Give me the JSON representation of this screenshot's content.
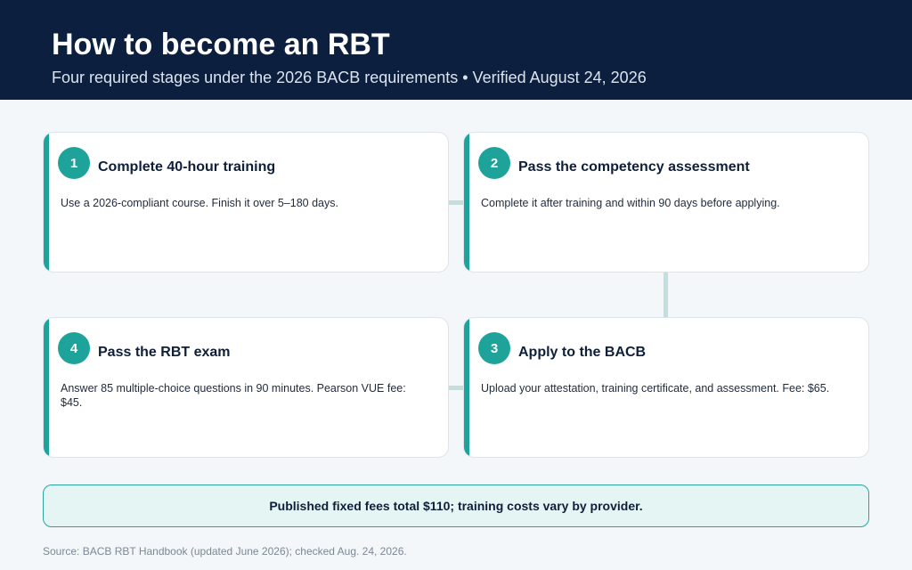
{
  "header": {
    "title": "How to become an RBT",
    "subtitle": "Four required stages under the 2026 BACB requirements • Verified August 24, 2026"
  },
  "steps": [
    {
      "number": "1",
      "title": "Complete 40-hour training",
      "description": "Use a 2026-compliant course. Finish it over 5–180 days."
    },
    {
      "number": "2",
      "title": "Pass the competency assessment",
      "description": "Complete it after training and within 90 days before applying."
    },
    {
      "number": "3",
      "title": "Apply to the BACB",
      "description": "Upload your attestation, training certificate, and assessment. Fee: $65."
    },
    {
      "number": "4",
      "title": "Pass the RBT exam",
      "description": "Answer 85 multiple-choice questions in 90 minutes. Pearson VUE fee: $45."
    }
  ],
  "summary": "Published fixed fees total $110; training costs vary by provider.",
  "source": "Source: BACB RBT Handbook (updated June 2026); checked Aug. 24, 2026.",
  "colors": {
    "header_bg": "#0d1f3f",
    "accent": "#1ea39b",
    "connector": "#c3dfdd"
  }
}
